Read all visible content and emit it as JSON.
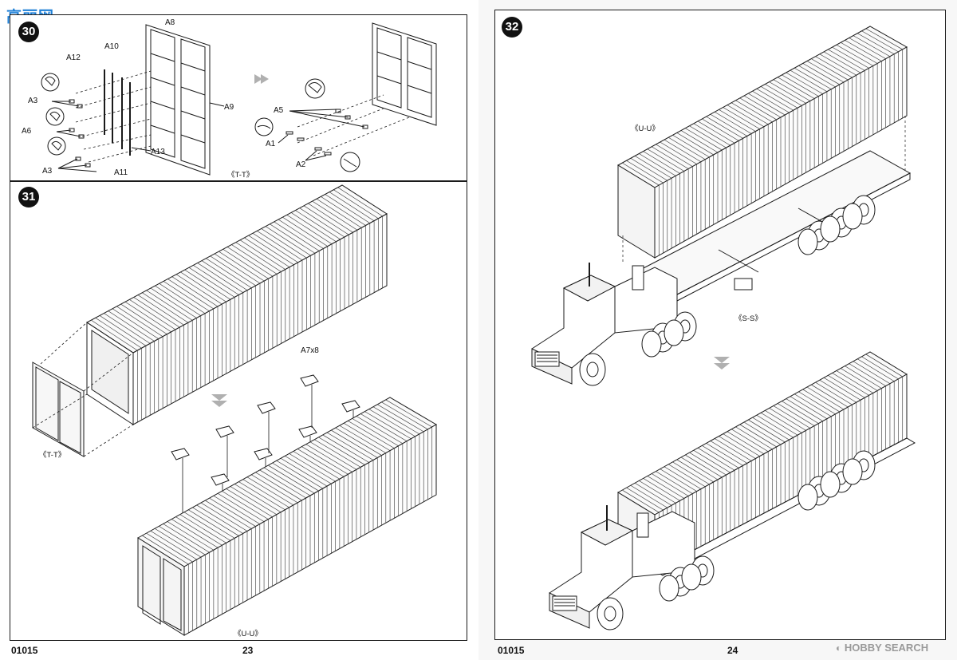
{
  "watermark_left": {
    "text": "高丽网",
    "color": "#1e7fd6"
  },
  "watermark_right": {
    "brand": "HOBBY SEARCH",
    "color": "#9a9a9a"
  },
  "step30": {
    "number": "30",
    "labels": {
      "a8": "A8",
      "a10": "A10",
      "a12": "A12",
      "a3_1": "A3",
      "a6": "A6",
      "a3_2": "A3",
      "a9": "A9",
      "a13": "A13",
      "a11": "A11",
      "tt": "《T-T》",
      "a5": "A5",
      "a1": "A1",
      "a2": "A2"
    }
  },
  "step31": {
    "number": "31",
    "labels": {
      "tt": "《T-T》",
      "a7": "A7x8",
      "uu": "《U-U》"
    }
  },
  "step32": {
    "number": "32",
    "labels": {
      "uu": "《U-U》",
      "ss": "《S-S》"
    }
  },
  "footer_left": {
    "code": "01015",
    "page": "23"
  },
  "footer_right": {
    "code": "01015",
    "page": "24"
  },
  "colors": {
    "line": "#1a1a1a",
    "arrow": "#b0b0b0"
  }
}
